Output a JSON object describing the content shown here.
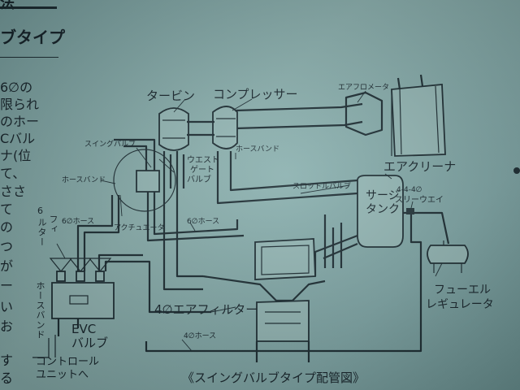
{
  "heading": {
    "top_fragment": "法",
    "section_title": "ブタイプ"
  },
  "body_text": {
    "lines": [
      "6∅の",
      "限られ",
      "のホー",
      "Cバル",
      "ナ(位",
      "て、",
      "ささ",
      "て",
      "の",
      "つ",
      "が",
      "ー",
      "い",
      "お",
      "す",
      "る"
    ]
  },
  "diagram": {
    "labels": {
      "turbine": "タービン",
      "compressor": "コンプレッサー",
      "airflow_meter": "エアフロメータ",
      "swing_valve": "スイングバルブ",
      "hose_band_top": "ホースバンド",
      "wastegate_1": "ウエスト",
      "wastegate_2": "ゲート",
      "wastegate_3": "バルブ",
      "air_cleaner": "エアクリーナ",
      "hose_band_left": "ホースバンド",
      "throttle_valve": "スロットルバルブ",
      "surge_tank_1": "サージ",
      "surge_tank_2": "タンク",
      "three_way_1": "4-4-4∅",
      "three_way_2": "スリーウエイ",
      "filter_6_1": "6",
      "filter_6_2": "フィ",
      "filter_6_3": "ルター",
      "hose_6_left": "6∅ホース",
      "actuator": "アクチュエータ",
      "hose_6_right": "6∅ホース",
      "hose_band_vertical": "ホースバンド",
      "fuel_regulator_1": "フューエル",
      "fuel_regulator_2": "レギュレータ",
      "air_filter_4": "4∅エアフィルター",
      "evc_valve_1": "EVC",
      "evc_valve_2": "バルブ",
      "hose_4": "4∅ホース",
      "control_unit_1": "コントロール",
      "control_unit_2": "ユニットへ"
    },
    "caption": "《スイングバルブタイプ配管図》"
  }
}
